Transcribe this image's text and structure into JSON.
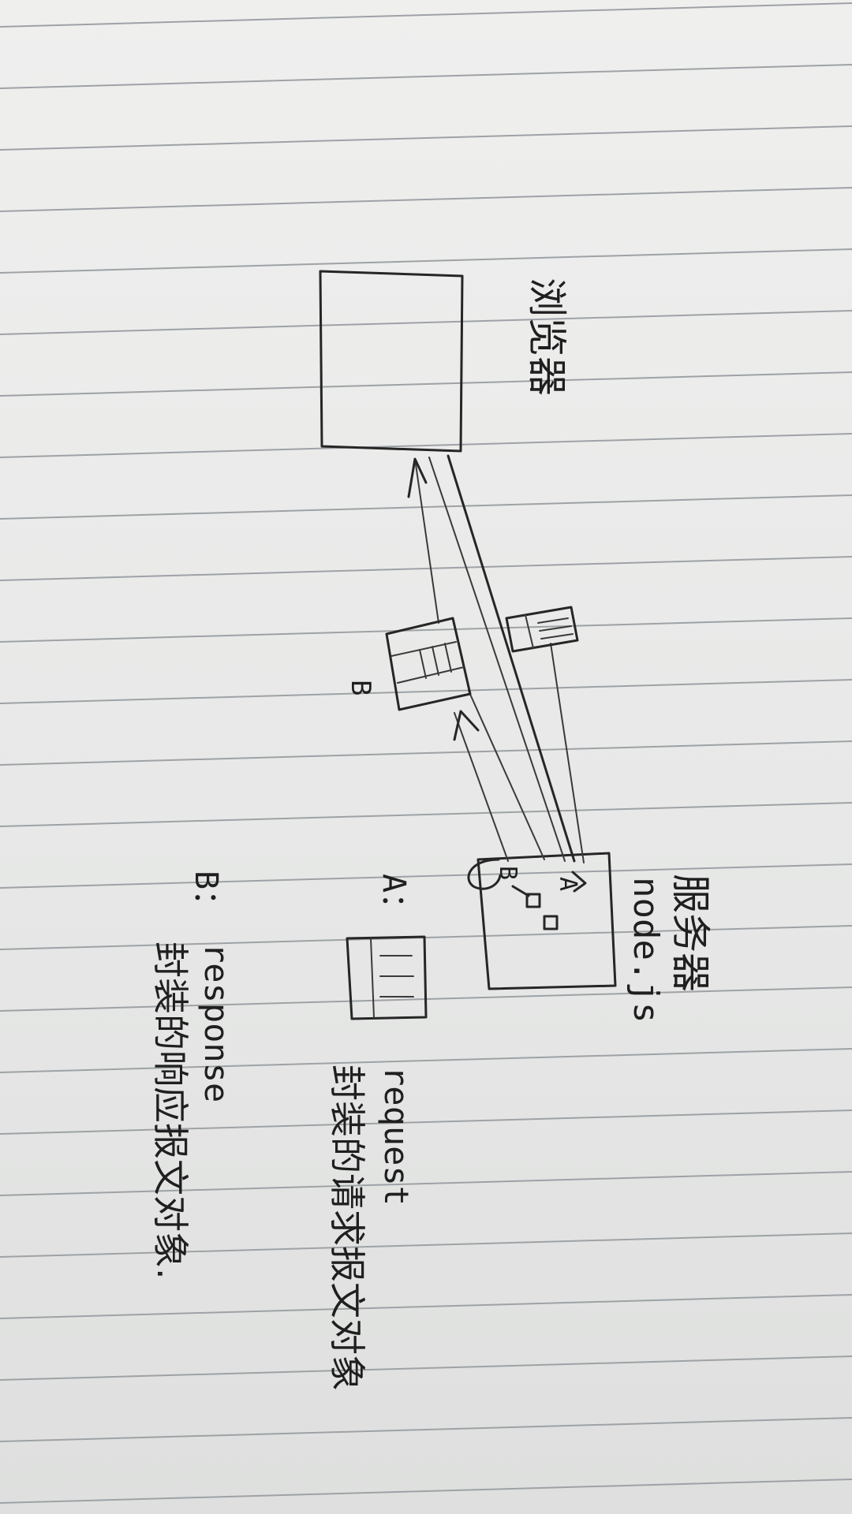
{
  "diagram": {
    "browser_label": "浏览器",
    "server_label": "服务器",
    "server_runtime": "node.js",
    "packet_b_label": "B",
    "server_port_a": "A",
    "server_port_b": "B",
    "legend": [
      {
        "key": "A：",
        "name": "request",
        "description": "封装的请求报文对象"
      },
      {
        "key": "B：",
        "name": "response",
        "description": "封装的响应报文对象."
      }
    ]
  }
}
